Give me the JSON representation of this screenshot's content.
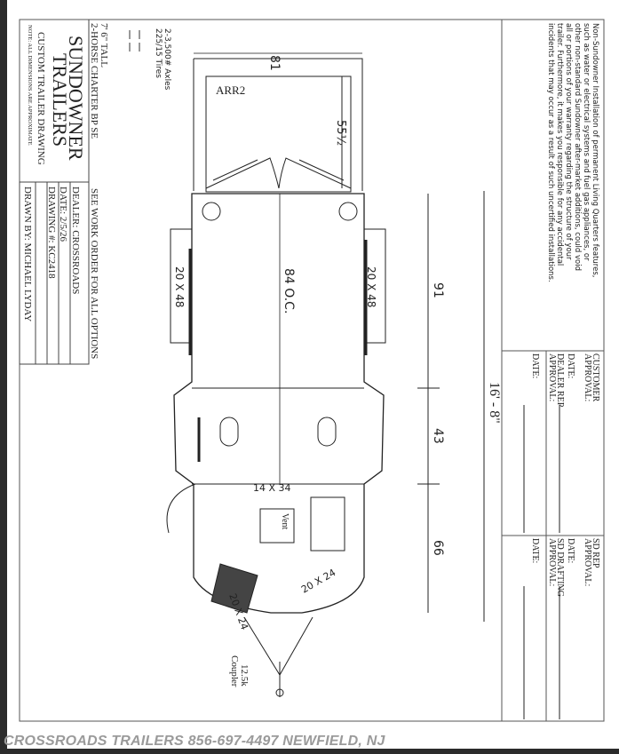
{
  "title_block": {
    "height": "7' 6\" TALL",
    "model": "2-HORSE CHARTER BP SE",
    "options_note": "SEE WORK ORDER FOR ALL OPTIONS",
    "brand_line1": "SUNDOWNER",
    "brand_line2": "TRAILERS",
    "drawing_type": "CUSTOM TRAILER DRAWING",
    "note": "NOTE: ALL DIMENSIONS ARE APPROXIMATE",
    "dealer": "DEALER: CROSSROADS",
    "date": "DATE: 2/5/26",
    "drawing_number": "DRAWING #: KC2418",
    "drawn_by": "DRAWN BY: MICHAEL LYDAY"
  },
  "specs": {
    "axles": "2-3,500# Axles",
    "tires": "225/15 Tires"
  },
  "disclaimer": [
    "Non-Sundowner Installation of permanent Living Quarters features,",
    "such as water or electrical systems and fuel gas appliances, or",
    "other non-standard Sundowner after-market additions, could void",
    "all or portions of your warranty regarding the structure of your",
    "trailer. Furthermore, it makes you responsible for any accidental",
    "incidents that may occur as a result of such uncertified installations."
  ],
  "approvals": {
    "customer_1": "CUSTOMER",
    "customer_2": "APPROVAL:",
    "date_1": "DATE:",
    "dealer_1": "DEALER REP",
    "dealer_2": "APPROVAL:",
    "date_2": "DATE:",
    "sdrep_1": "SD REP",
    "sdrep_2": "APPROVAL:",
    "date_3": "DATE:",
    "sddraft_1": "SD DRAFTING",
    "sddraft_2": "APPROVAL:",
    "date_4": "DATE:"
  },
  "plan": {
    "rear_width": "81",
    "ramp": "ARR2",
    "ramp_depth": "55½",
    "overall_length": "16' - 8\"",
    "stall_length": "91",
    "mid_length": "43",
    "front_length": "66",
    "center": "84 O.C.",
    "window_left": "20 X 48",
    "window_right": "20 X 48",
    "door_window": "14 X 34",
    "vent": "Vent",
    "nose_window_left": "20 X 24",
    "nose_window_right": "20 X 24",
    "coupler_1": "12.5k",
    "coupler_2": "Coupler"
  },
  "watermark": "CROSSROADS TRAILERS  856-697-4497  NEWFIELD, NJ"
}
